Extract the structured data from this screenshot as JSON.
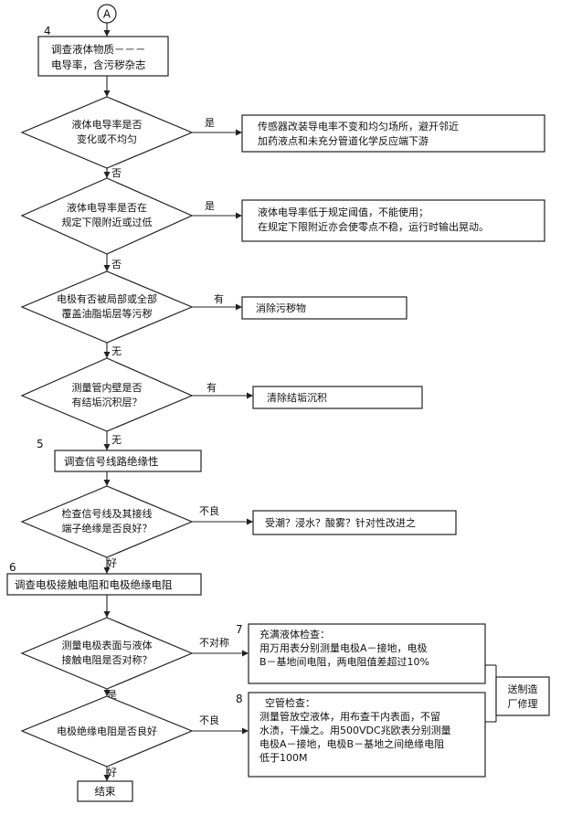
{
  "connector": "A",
  "step_numbers": {
    "n4": "4",
    "n5": "5",
    "n6": "6",
    "n7": "7",
    "n8": "8"
  },
  "boxes": {
    "investigate_liquid": [
      "调查液体物质－－－",
      "电导率，含污秽杂志"
    ],
    "sensor_advice": [
      "传感器改装导电率不变和均匀场所，避开邻近",
      "加药液点和未充分管道化学反应端下游"
    ],
    "conductivity_low": [
      "液体电导率低于规定阈值，不能使用；",
      "在规定下限附近亦会使零点不稳，运行时输出晃动。"
    ],
    "remove_dirt": "消除污秽物",
    "remove_scale": "清除结垢沉积",
    "investigate_insulation": "调查信号线路绝缘性",
    "moisture_fix": "受潮？浸水？酸雾？针对性改进之",
    "investigate_resistance": "调查电极接触电阻和电极绝缘电阻",
    "full_check": [
      "充满液体检查：",
      "用万用表分别测量电极A－接地，电极",
      "B－基地间电阻，两电阻值差超过10%"
    ],
    "empty_check": [
      "空管检查：",
      "测量管放空液体，用布查干内表面，不留",
      "水渍，干燥之。用500VDC兆欧表分别测量",
      "电极A－接地，电极B－基地之间绝缘电阻",
      "低于100M"
    ],
    "factory_repair": [
      "送制造",
      "厂修理"
    ],
    "end": "结束"
  },
  "decisions": {
    "d1": [
      "液体电导率是否",
      "变化或不均匀"
    ],
    "d2": [
      "液体电导率是否在",
      "规定下限附近或过低"
    ],
    "d3": [
      "电极有否被局部或全部",
      "覆盖油脂垢层等污秽"
    ],
    "d4": [
      "测量管内壁是否",
      "有结垢沉积层？"
    ],
    "d5": [
      "检查信号线及其接线",
      "端子绝缘是否良好？"
    ],
    "d6": [
      "测量电极表面与液体",
      "接触电阻是否对称？"
    ],
    "d7": "电极绝缘电阻是否良好"
  },
  "labels": {
    "d1_yes": "是",
    "d1_no": "否",
    "d2_yes": "是",
    "d2_no": "否",
    "d3_yes": "有",
    "d3_no": "无",
    "d4_yes": "有",
    "d4_no": "无",
    "d5_bad": "不良",
    "d5_good": "好",
    "d6_asym": "不对称",
    "d6_yes": "是",
    "d7_bad": "不良",
    "d7_good": "好"
  }
}
